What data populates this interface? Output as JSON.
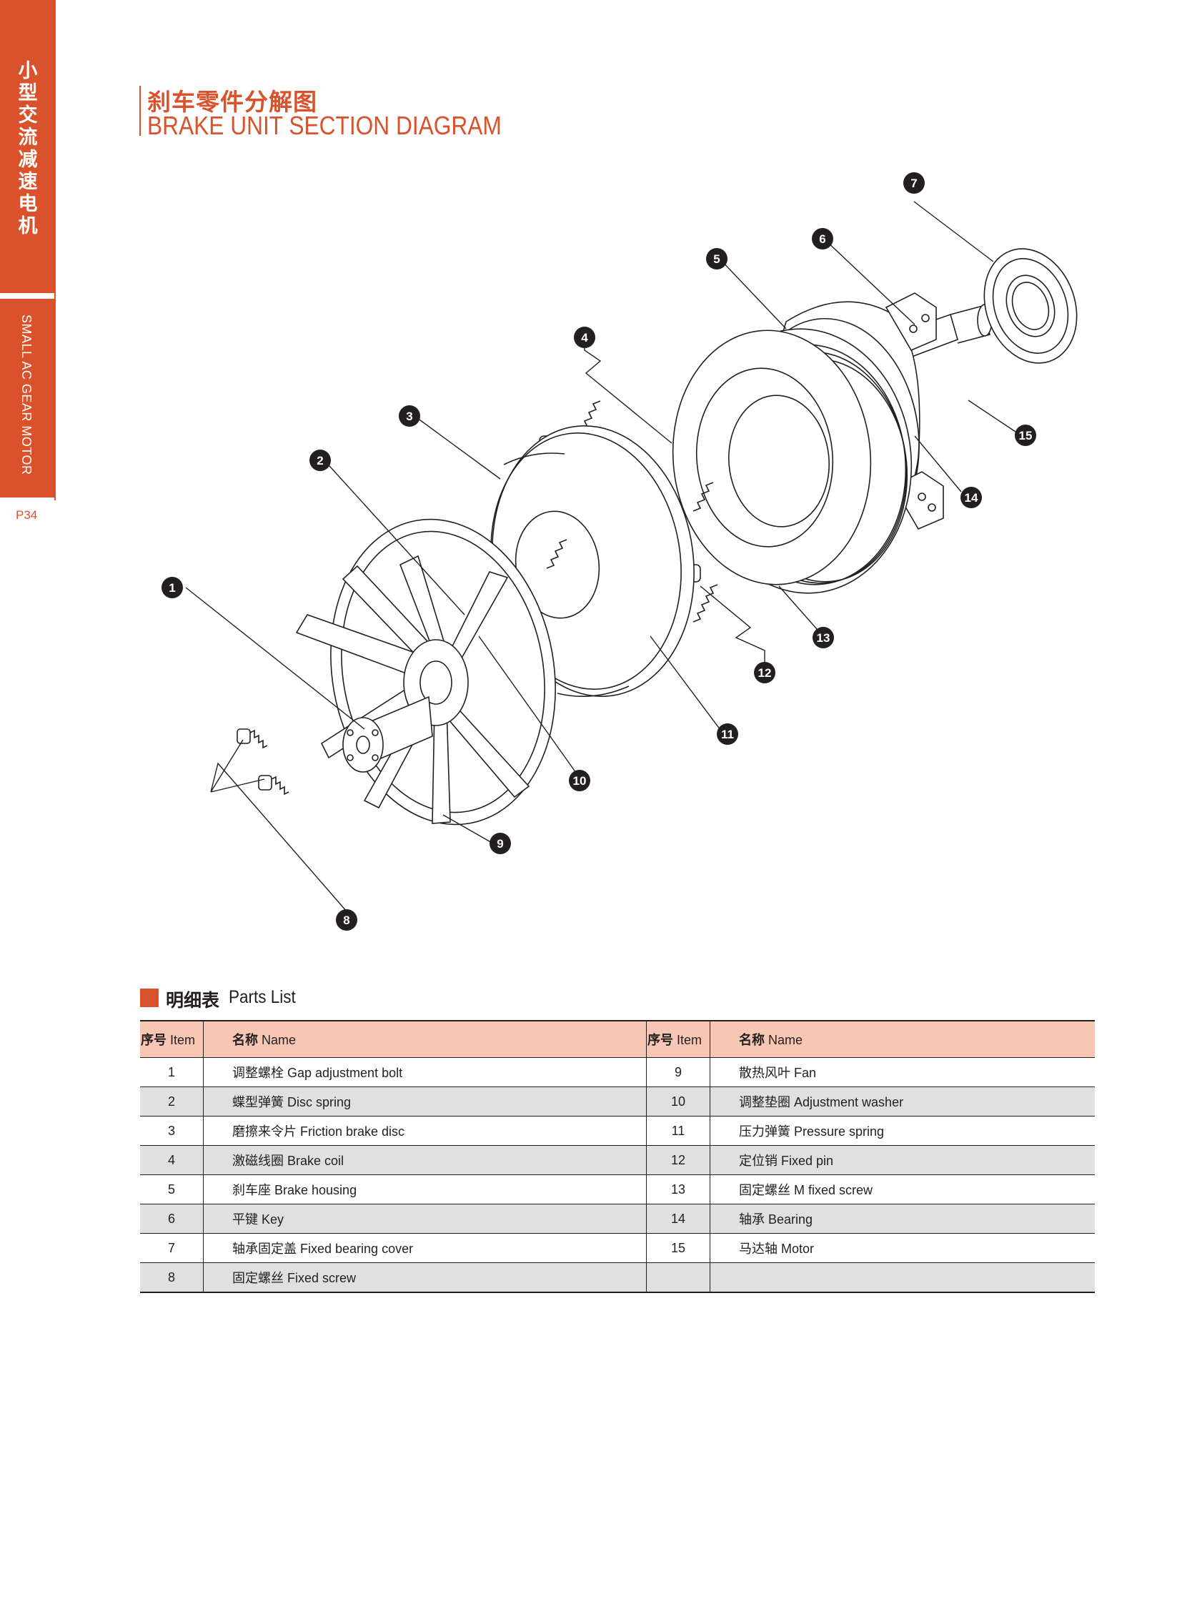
{
  "sidebar": {
    "chinese_chars": [
      "小",
      "型",
      "交",
      "流",
      "减",
      "速",
      "电",
      "机"
    ],
    "english_label": "SMALL AC GEAR MOTOR",
    "page_number": "P34"
  },
  "title": {
    "chinese": "刹车零件分解图",
    "english": "BRAKE UNIT SECTION DIAGRAM"
  },
  "diagram": {
    "callouts": [
      "1",
      "2",
      "3",
      "4",
      "5",
      "6",
      "7",
      "8",
      "9",
      "10",
      "11",
      "12",
      "13",
      "14",
      "15"
    ]
  },
  "parts_list": {
    "heading_cn": "明细表",
    "heading_en": "Parts List",
    "header": {
      "item_cn": "序号",
      "item_en": "Item",
      "name_cn": "名称",
      "name_en": "Name"
    },
    "rows": [
      {
        "left_item": "1",
        "left_name": "调整螺栓 Gap adjustment bolt",
        "right_item": "9",
        "right_name": "散热风叶 Fan"
      },
      {
        "left_item": "2",
        "left_name": "蝶型弹簧 Disc spring",
        "right_item": "10",
        "right_name": "调整垫圈 Adjustment washer"
      },
      {
        "left_item": "3",
        "left_name": "磨擦来令片 Friction brake disc",
        "right_item": "11",
        "right_name": "压力弹簧 Pressure spring"
      },
      {
        "left_item": "4",
        "left_name": "激磁线圈 Brake coil",
        "right_item": "12",
        "right_name": "定位销 Fixed pin"
      },
      {
        "left_item": "5",
        "left_name": "刹车座 Brake housing",
        "right_item": "13",
        "right_name": "固定螺丝 M fixed screw"
      },
      {
        "left_item": "6",
        "left_name": "平键 Key",
        "right_item": "14",
        "right_name": "轴承 Bearing"
      },
      {
        "left_item": "7",
        "left_name": "轴承固定盖 Fixed bearing cover",
        "right_item": "15",
        "right_name": "马达轴 Motor"
      },
      {
        "left_item": "8",
        "left_name": "固定螺丝 Fixed screw",
        "right_item": "",
        "right_name": ""
      }
    ]
  },
  "colors": {
    "accent": "#d9522b",
    "table_header": "#f7c7b4",
    "row_alt": "#e0e0e0"
  }
}
